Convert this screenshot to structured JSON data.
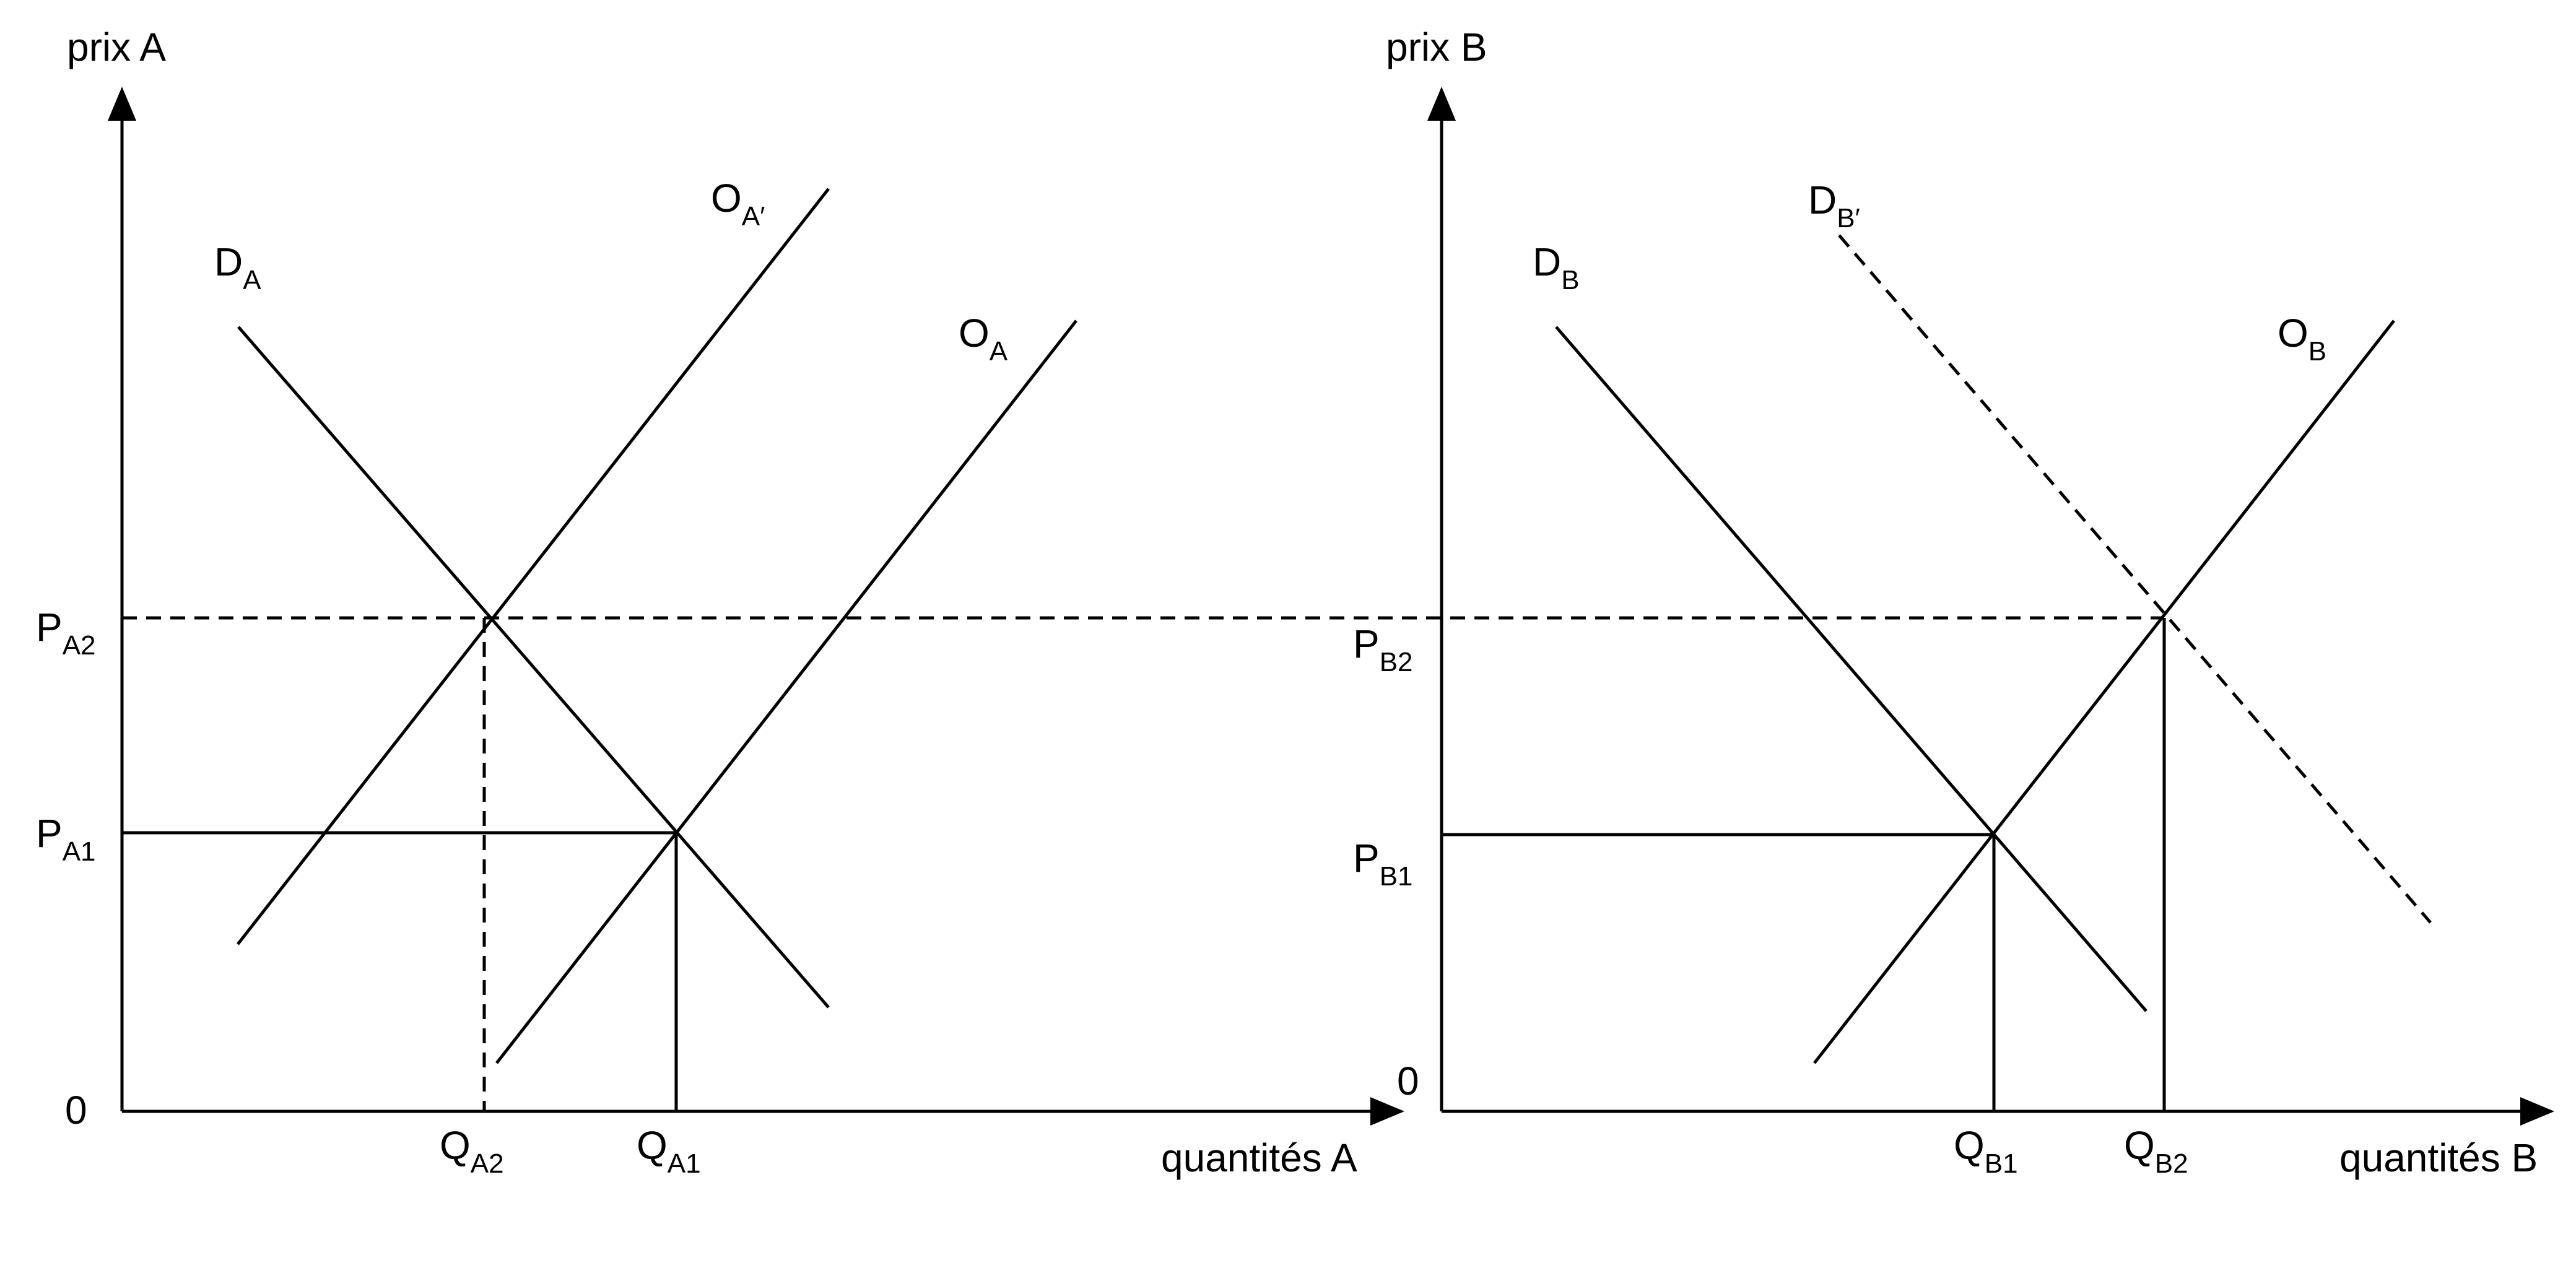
{
  "left_panel": {
    "y_axis_label": "prix A",
    "x_axis_label": "quantités A",
    "origin_label": "0",
    "curves": {
      "demand": {
        "main": "D",
        "sub": "A"
      },
      "supply": {
        "main": "O",
        "sub": "A"
      },
      "supply_shifted": {
        "main": "O",
        "sub": "A′"
      }
    },
    "price_labels": {
      "p2": {
        "main": "P",
        "sub": "A2"
      },
      "p1": {
        "main": "P",
        "sub": "A1"
      }
    },
    "quantity_labels": {
      "q2": {
        "main": "Q",
        "sub": "A2"
      },
      "q1": {
        "main": "Q",
        "sub": "A1"
      }
    }
  },
  "right_panel": {
    "y_axis_label": "prix B",
    "x_axis_label": "quantités B",
    "origin_label": "0",
    "curves": {
      "demand": {
        "main": "D",
        "sub": "B"
      },
      "demand_shifted": {
        "main": "D",
        "sub": "B′"
      },
      "supply": {
        "main": "O",
        "sub": "B"
      }
    },
    "price_labels": {
      "p2": {
        "main": "P",
        "sub": "B2"
      },
      "p1": {
        "main": "P",
        "sub": "B1"
      }
    },
    "quantity_labels": {
      "q1": {
        "main": "Q",
        "sub": "B1"
      },
      "q2": {
        "main": "Q",
        "sub": "B2"
      }
    }
  }
}
